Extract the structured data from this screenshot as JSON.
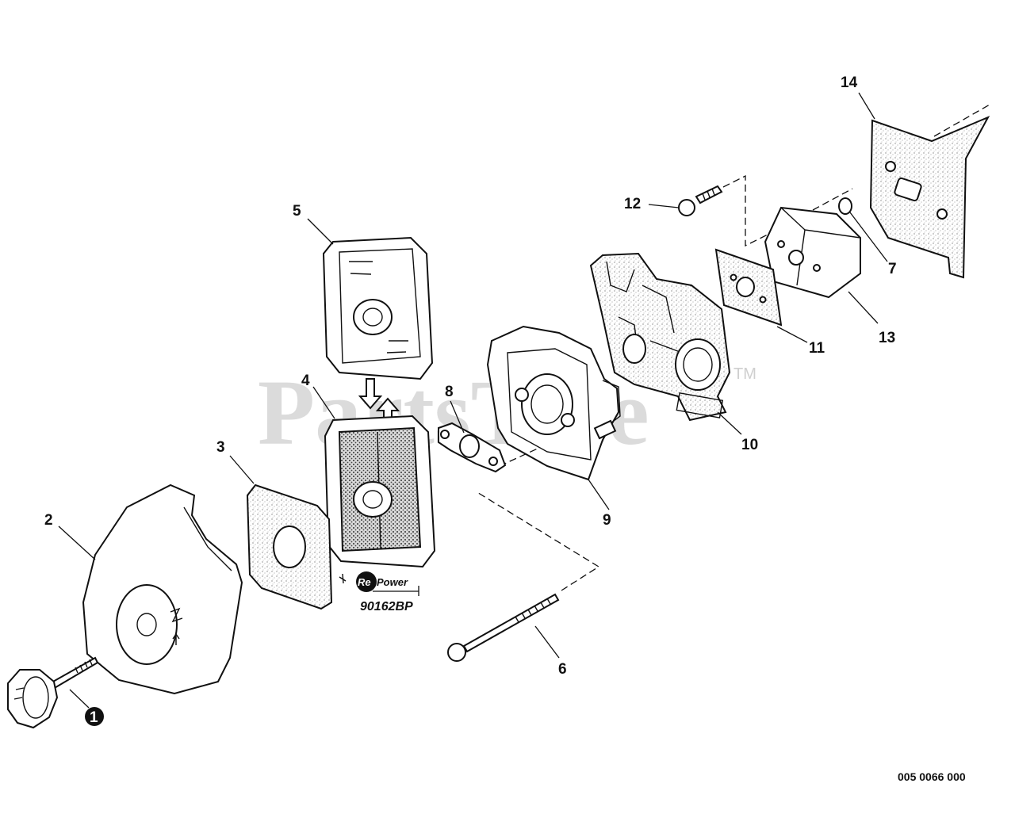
{
  "watermark": {
    "brand": "PartsTree",
    "trademark": "TM"
  },
  "callouts": {
    "c1": "1",
    "c2": "2",
    "c3": "3",
    "c4": "4",
    "c5": "5",
    "c6": "6",
    "c7": "7",
    "c8": "8",
    "c9": "9",
    "c10": "10",
    "c11": "11",
    "c12": "12",
    "c13": "13",
    "c14": "14"
  },
  "repower": {
    "logo_prefix": "Re",
    "logo_word": "Power",
    "kit_number": "90162BP"
  },
  "diagram_code": "005 0066 000"
}
